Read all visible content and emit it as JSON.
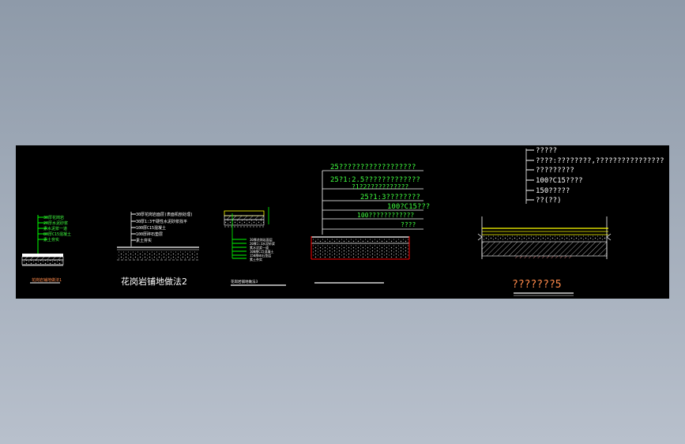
{
  "colors": {
    "background": "#000000",
    "line_white": "#ffffff",
    "line_green": "#00ff00",
    "line_red": "#ff0000",
    "line_yellow": "#ffff00",
    "text_orange": "#ff8a4a",
    "text_green": "#40ff40"
  },
  "detail1": {
    "labels": [
      "30厚花岗岩",
      "20厚水泥砂浆",
      "素水泥浆一道",
      "80厚C15混凝土",
      "素土夯实"
    ],
    "caption": "花岗岩铺地做法1"
  },
  "detail2": {
    "labels": [
      "30厚花岗岩面层(表面机刨处理)",
      "30厚1:3干硬性水泥砂浆找平",
      "100厚C15混凝土",
      "100厚碎石垫层",
      "素土夯实"
    ],
    "caption": "花岗岩铺地做法2"
  },
  "detail3": {
    "labels": [
      "30厚花岗岩面层",
      "20厚1:3水泥砂浆",
      "素水泥浆一道",
      "100厚C15混凝土",
      "150厚碎石垫层",
      "素土夯实"
    ],
    "caption": "花岗岩铺地做法3"
  },
  "detail4": {
    "labels": [
      "25??????????????????",
      "25?1:2.5?????????????",
      "?1?2???????????",
      "25?1:3????????",
      "100?C15???",
      "100????????????",
      "????"
    ]
  },
  "detail5": {
    "labels": [
      "?????",
      "????:????????,????????????????",
      "?????????",
      "100?C15????",
      "150?????",
      "??(??)"
    ],
    "caption": "???????5"
  }
}
